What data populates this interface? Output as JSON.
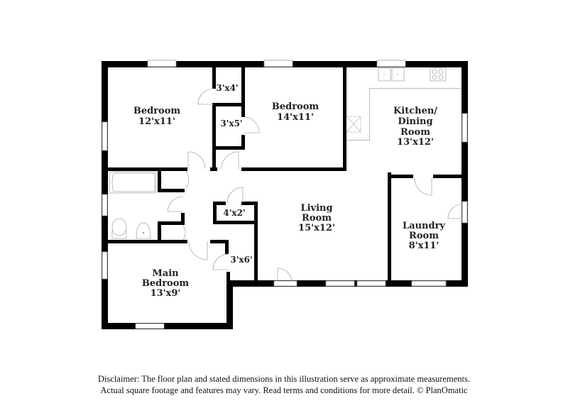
{
  "rooms": [
    {
      "id": "bedroom-1",
      "name": "Bedroom",
      "dims": "12'x11'"
    },
    {
      "id": "bedroom-2",
      "name": "Bedroom",
      "dims": "14'x11'"
    },
    {
      "id": "kitchen",
      "name_line1": "Kitchen/",
      "name_line2": "Dining",
      "name_line3": "Room",
      "dims": "13'x12'"
    },
    {
      "id": "living",
      "name_line1": "Living",
      "name_line2": "Room",
      "dims": "15'x12'"
    },
    {
      "id": "laundry",
      "name_line1": "Laundry",
      "name_line2": "Room",
      "dims": "8'x11'"
    },
    {
      "id": "main-bedroom",
      "name_line1": "Main",
      "name_line2": "Bedroom",
      "dims": "13'x9'"
    }
  ],
  "closets": [
    {
      "id": "closet-a",
      "dims": "3'x4'"
    },
    {
      "id": "closet-b",
      "dims": "3'x5'"
    },
    {
      "id": "closet-c",
      "dims": "4'x2'"
    },
    {
      "id": "closet-d",
      "dims": "3'x6'"
    }
  ],
  "disclaimer": {
    "line1": "Disclaimer: The floor plan and stated dimensions in this illustration serve as approximate measurements.",
    "line2": "Actual square footage and features may vary. Read terms and conditions for more detail. © PlanOmatic"
  }
}
